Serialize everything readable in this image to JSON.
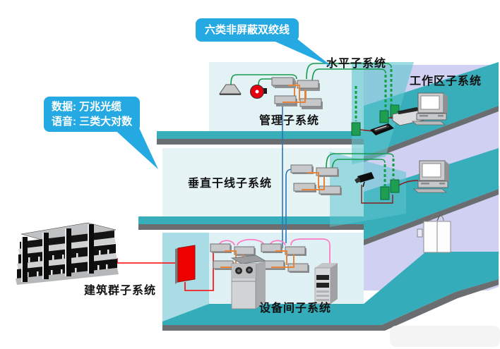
{
  "callouts": {
    "twisted_pair": {
      "text": "六类非屏蔽双绞线"
    },
    "cable_types": {
      "line1": "数据: 万兆光缆",
      "line2": "语音: 三类大对数"
    }
  },
  "labels": {
    "horizontal_subsystem": "水平子系统",
    "work_area_subsystem": "工作区子系统",
    "management_subsystem": "管理子系统",
    "vertical_backbone_subsystem": "垂直干线子系统",
    "campus_subsystem": "建筑群子系统",
    "equipment_room_subsystem": "设备间子系统"
  },
  "colors": {
    "callout_blue": "#25A9E2",
    "floor_teal": "#35ACBA",
    "wall_cyan": "#E3F2F5",
    "wall_lavender": "#D0D1F2",
    "partition_teal": "#5BC5CD",
    "slab_gray": "#6B6E70",
    "cable_green": "#169A4C",
    "cable_blue": "#2E75B6",
    "cable_red": "#FF0000",
    "cable_dark_red": "#8B1A1A",
    "cable_pink": "#FF7BC5",
    "cable_orange": "#E8833A",
    "outlet_green": "#1E9E50",
    "alarm_red": "#E3000F",
    "entrance_panel_red": "#EE0000"
  },
  "icons": {
    "building-icon": "campus office building clipart",
    "ceiling-lamp-icon": "ceiling light fixture",
    "fire-alarm-icon": "red fire alarm bell",
    "patch-panel-group": "2x2 patch panels with orange cross-connect jumpers",
    "wall-outlet-icon": "green network wall outlet",
    "modem-icon": "black desktop modem/phone device",
    "printer-icon": "desktop printer",
    "desktop-pc-icon": "desktop computer with monitor",
    "camera-icon": "wall-mounted surveillance camera",
    "entrance-panel-icon": "red building entrance cable panel",
    "equipment-cabinet-icon": "equipment room cabinet with fans",
    "server-tower-icon": "tower server",
    "elevator-icon": "elevator doors with floor indicator"
  }
}
